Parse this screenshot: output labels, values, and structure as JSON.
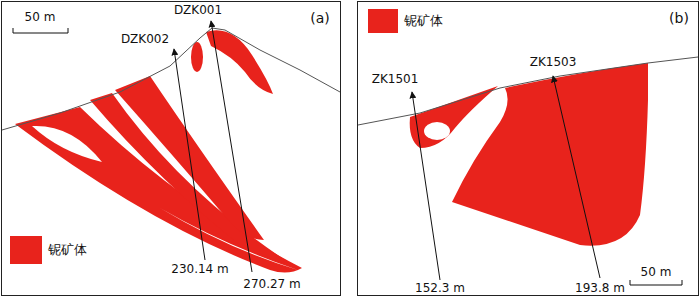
{
  "diagram": {
    "labels": [
      "(a)",
      "50 m",
      "DZK002",
      "DZK001",
      "230.14 m",
      "270.27 m",
      "(b)",
      "ZK1501",
      "ZK1503",
      "152.3 m",
      "193.8 m",
      "50 m"
    ],
    "legend": [
      {
        "text": "铌矿体",
        "color": "#e8231c"
      },
      {
        "text": "铌矿体",
        "color": "#e8231c"
      }
    ]
  }
}
